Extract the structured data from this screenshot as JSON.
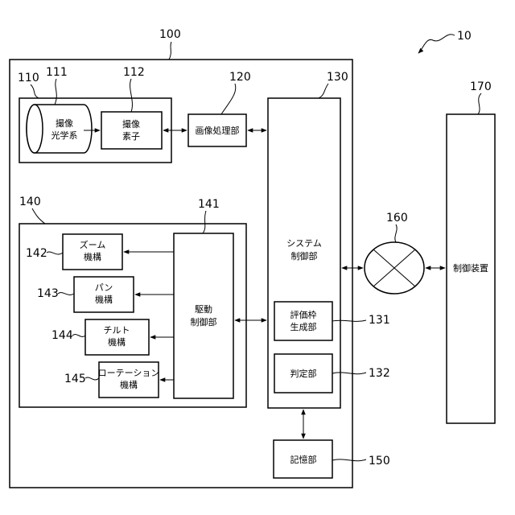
{
  "refs": {
    "system": "10",
    "camera": "100",
    "imaging_unit": "110",
    "optics": "111",
    "sensor": "112",
    "image_processing": "120",
    "system_control": "130",
    "eval_frame": "131",
    "judgment": "132",
    "drive_unit": "140",
    "drive_control": "141",
    "zoom": "142",
    "pan": "143",
    "tilt": "144",
    "rotation": "145",
    "storage": "150",
    "network": "160",
    "controller": "170"
  },
  "labels": {
    "optics": [
      "撮像",
      "光学系"
    ],
    "sensor": [
      "撮像",
      "素子"
    ],
    "image_processing": "画像処理部",
    "system_control": [
      "システム",
      "制御部"
    ],
    "eval_frame": [
      "評価枠",
      "生成部"
    ],
    "judgment": "判定部",
    "drive_control": [
      "駆動",
      "制御部"
    ],
    "zoom": [
      "ズーム",
      "機構"
    ],
    "pan": [
      "パン",
      "機構"
    ],
    "tilt": [
      "チルト",
      "機構"
    ],
    "rotation": [
      "ローテーション",
      "機構"
    ],
    "storage": "記憶部",
    "controller": "制御装置"
  }
}
